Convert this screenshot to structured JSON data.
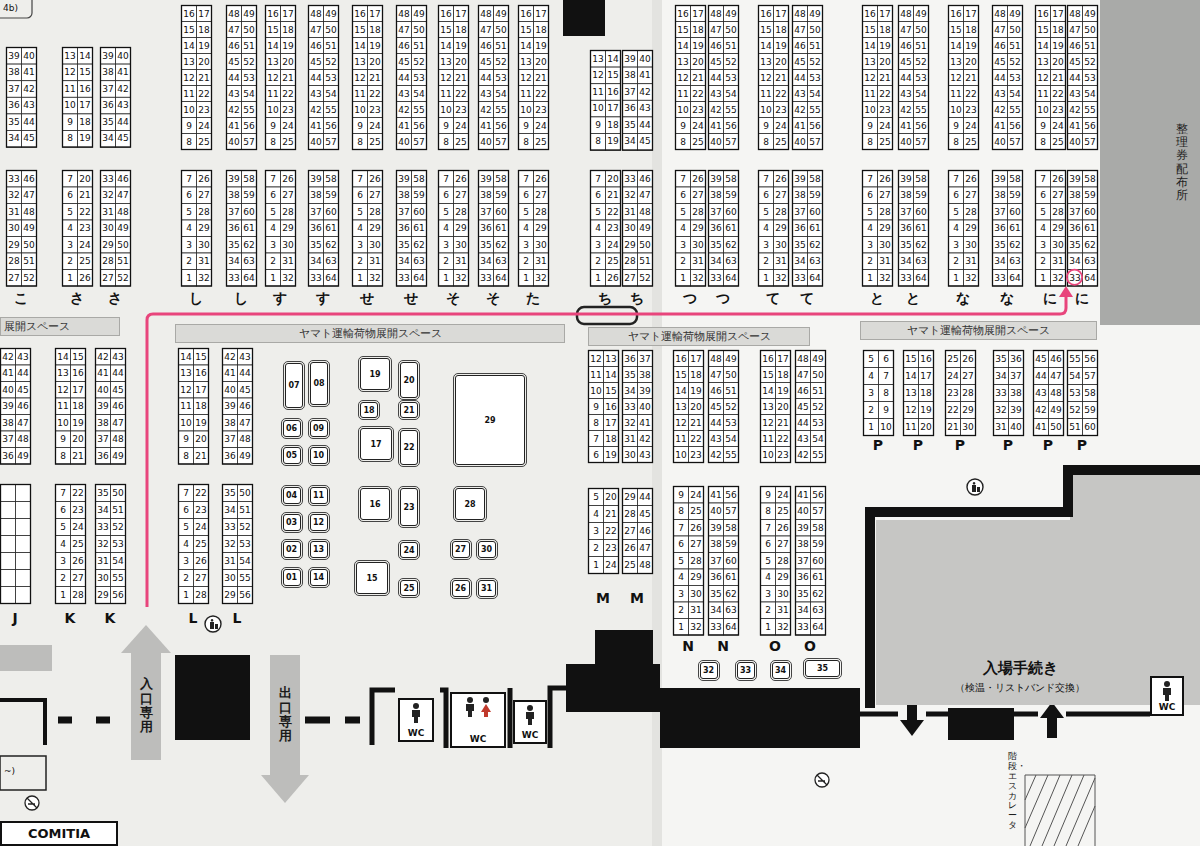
{
  "diagram": {
    "nodes": [
      {
        "text": [
          "展開スペース"
        ]
      },
      {
        "text": [
          "ヤマト運輸荷物展開スペース"
        ]
      },
      {
        "text": [
          "ヤマト運輸荷物展開スペース"
        ]
      },
      {
        "text": [
          "ヤマト運輸荷物展開スペース"
        ]
      },
      {
        "text": [
          "整理券配布所"
        ]
      },
      {
        "text": [
          "01"
        ]
      },
      {
        "text": [
          "02"
        ]
      },
      {
        "text": [
          "03"
        ]
      },
      {
        "text": [
          "04"
        ]
      },
      {
        "text": [
          "05"
        ]
      },
      {
        "text": [
          "06"
        ]
      },
      {
        "text": [
          "07"
        ]
      },
      {
        "text": [
          "08"
        ]
      },
      {
        "text": [
          "09"
        ]
      },
      {
        "text": [
          "10"
        ]
      },
      {
        "text": [
          "11"
        ]
      },
      {
        "text": [
          "12"
        ]
      },
      {
        "text": [
          "13"
        ]
      },
      {
        "text": [
          "14"
        ]
      },
      {
        "text": [
          "15"
        ]
      },
      {
        "text": [
          "16"
        ]
      },
      {
        "text": [
          "17"
        ]
      },
      {
        "text": [
          "18"
        ]
      },
      {
        "text": [
          "19"
        ]
      },
      {
        "text": [
          "20"
        ]
      },
      {
        "text": [
          "21"
        ]
      },
      {
        "text": [
          "22"
        ]
      },
      {
        "text": [
          "23"
        ]
      },
      {
        "text": [
          "24"
        ]
      },
      {
        "text": [
          "25"
        ]
      },
      {
        "text": [
          "26"
        ]
      },
      {
        "text": [
          "27"
        ]
      },
      {
        "text": [
          "28"
        ]
      },
      {
        "text": [
          "29"
        ]
      },
      {
        "text": [
          "30"
        ]
      },
      {
        "text": [
          "31"
        ]
      },
      {
        "text": [
          "32"
        ]
      },
      {
        "text": [
          "33"
        ]
      },
      {
        "text": [
          "34"
        ]
      },
      {
        "text": [
          "35"
        ]
      },
      {
        "text": [
          "入場手続き",
          "（検温・リストバンド交換）"
        ]
      },
      {
        "text": [
          "入口専用"
        ]
      },
      {
        "text": [
          "出口専用"
        ]
      },
      {
        "text": [
          "COMITIA"
        ]
      },
      {
        "text": [
          "WC"
        ]
      },
      {
        "text": [
          "WC"
        ]
      },
      {
        "text": [
          "WC"
        ]
      },
      {
        "text": [
          "WC"
        ]
      }
    ],
    "labels": [
      "39 38 37 36 35 34",
      "40 41 42 43 44 45",
      "13 12 11 10 9 8",
      "14 15 16 17 18 19",
      "39 38 37 36 35 34",
      "40 41 42 43 44 45",
      "33 32 31 30 29 28 27",
      "46 47 48 49 50 51 52",
      "7 6 5 4 3 2 1",
      "20 21 22 23 24 25 26",
      "33 32 31 30 29 28 27",
      "46 47 48 49 50 51 52",
      "16 15 14 13 12 11 10 9 8",
      "17 18 19 20 21 22 23 24 25",
      "48 47 46 45 44 43 42 41 40",
      "49 50 51 52 53 54 55 56 57",
      "16 15 14 13 12 11 10 9 8",
      "17 18 19 20 21 22 23 24 25",
      "48 47 46 45 44 43 42 41 40",
      "49 50 51 52 53 54 55 56 57",
      "16 15 14 13 12 11 10 9 8",
      "17 18 19 20 21 22 23 24 25",
      "48 47 46 45 44 43 42 41 40",
      "49 50 51 52 53 54 55 56 57",
      "16 15 14 13 12 11 10 9 8",
      "17 18 19 20 21 22 23 24 25",
      "48 47 46 45 44 43 42 41 40",
      "49 50 51 52 53 54 55 56 57",
      "16 15 14 13 12 11 10 9 8",
      "17 18 19 20 21 22 23 24 25",
      "7 6 5 4 3 2 1",
      "26 27 28 29 30 31 32",
      "39 38 37 36 35 34 33",
      "58 59 60 61 62 63 64",
      "7 6 5 4 3 2 1",
      "26 27 28 29 30 31 32",
      "39 38 37 36 35 34 33",
      "58 59 60 61 62 63 64",
      "7 6 5 4 3 2 1",
      "26 27 28 29 30 31 32",
      "39 38 37 36 35 34 33",
      "58 59 60 61 62 63 64",
      "7 6 5 4 3 2 1",
      "26 27 28 29 30 31 32",
      "39 38 37 36 35 34 33",
      "58 59 60 61 62 63 64",
      "7 6 5 4 3 2 1",
      "26 27 28 29 30 31 32",
      "13 12 11 10 9 8",
      "14 15 16 17 18 19",
      "39 38 37 36 35 34",
      "40 41 42 43 44 45",
      "7 6 5 4 3 2 1",
      "20 21 22 23 24 25 26",
      "33 32 31 30 29 28 27",
      "46 47 48 49 50 51 52",
      "16 15 14 13 12 11 10 9 8",
      "17 18 19 20 21 22 23 24 25",
      "48 47 46 45 44 43 42 41 40",
      "49 50 51 52 53 54 55 56 57",
      "16 15 14 13 12 11 10 9 8",
      "17 18 19 20 21 22 23 24 25",
      "48 47 46 45 44 43 42 41 40",
      "49 50 51 52 53 54 55 56 57",
      "16 15 14 13 12 11 10 9 8",
      "17 18 19 20 21 22 23 24 25",
      "48 47 46 45 44 43 42 41 40",
      "49 50 51 52 53 54 55 56 57",
      "16 15 14 13 12 11 10 9 8",
      "17 18 19 20 21 22 23 24 25",
      "48 47 46 45 44 43 42 41 40",
      "49 50 51 52 53 54 55 56 57",
      "16 15 14 13 12 11 10 9 8",
      "17 18 19 20 21 22 23 24 25",
      "48 47 46 45 44 43 42 41 40",
      "49 50 51 52 53 54 55 56 57",
      "7 6 5 4 3 2 1",
      "26 27 28 29 30 31 32",
      "39 38 37 36 35 34 33",
      "58 59 60 61 62 63 64",
      "7 6 5 4 3 2 1",
      "26 27 28 29 30 31 32",
      "39 38 37 36 35 34 33",
      "58 59 60 61 62 63 64",
      "7 6 5 4 3 2 1",
      "26 27 28 29 30 31 32",
      "39 38 37 36 35 34 33",
      "58 59 60 61 62 63 64",
      "7 6 5 4 3 2 1",
      "26 27 28 29 30 31 32",
      "39 38 37 36 35 34 33",
      "58 59 60 61 62 63 64",
      "7 6 5 4 3 2 1",
      "26 27 28 29 30 31 32",
      "39 38 37 36 35 34 33",
      "58 59 60 61 62 63 64",
      "42 41 40 39 38 37 36",
      "43 44 45 46 47 48 49",
      "14 13 12 11 10 9 8",
      "15 16 17 18 19 20 21",
      "42 41 40 39 38 37 36",
      "43 44 45 46 47 48 49",
      "7 6 5 4 3 2 1",
      "22 23 24 25 26 27 28",
      "35 34 33 32 31 30 29",
      "50 51 52 53 54 55 56",
      "14 13 12 11 10 9 8",
      "15 16 17 18 19 20 21",
      "42 41 40 39 38 37 36",
      "43 44 45 46 47 48 49",
      "7 6 5 4 3 2 1",
      "22 23 24 25 26 27 28",
      "35 34 33 32 31 30 29",
      "50 51 52 53 54 55 56",
      "12 11 10 9 8 7 6",
      "13 14 15 16 17 18 19",
      "36 35 34 33 32 31 30",
      "37 38 39 40 41 42 43",
      "5 4 3 2 1",
      "20 21 22 23 24",
      "29 28 27 26 25",
      "44 45 46 47 48",
      "16 15 14 13 12 11 10",
      "17 18 19 20 21 22 23",
      "48 47 46 45 44 43 42",
      "49 50 51 52 53 54 55",
      "16 15 14 13 12 11 10",
      "17 18 19 20 21 22 23",
      "48 47 46 45 44 43 42",
      "49 50 51 52 53 54 55",
      "9 8 7 6 5 4 3 2 1",
      "24 25 26 27 28 29 30 31 32",
      "41 40 39 38 37 36 35 34 33",
      "56 57 58 59 60 61 62 63 64",
      "9 8 7 6 5 4 3 2 1",
      "24 25 26 27 28 29 30 31 32",
      "41 40 39 38 37 36 35 34 33",
      "56 57 58 59 60 61 62 63 64",
      "5 4 3 2 1",
      "6 7 8 9 10",
      "15 14 13 12 11",
      "16 17 18 19 20",
      "25 24 23 22 21",
      "26 27 28 29 30",
      "35 34 33 32 31",
      "36 37 38 39 40",
      "45 44 43 42 41",
      "46 47 48 49 50",
      "55 54 53 52 51",
      "56 57 58 59 60",
      "4b)",
      "こ",
      "さ",
      "さ",
      "し",
      "し",
      "す",
      "す",
      "せ",
      "せ",
      "そ",
      "そ",
      "た",
      "ち",
      "ち",
      "つ",
      "つ",
      "て",
      "て",
      "と",
      "と",
      "な",
      "な",
      "に",
      "に",
      "J",
      "K",
      "K",
      "L",
      "L",
      "M",
      "M",
      "N",
      "N",
      "O",
      "O",
      "P",
      "P",
      "P",
      "P",
      "P",
      "P",
      "階段・エスカレータ",
      "~)"
    ]
  }
}
